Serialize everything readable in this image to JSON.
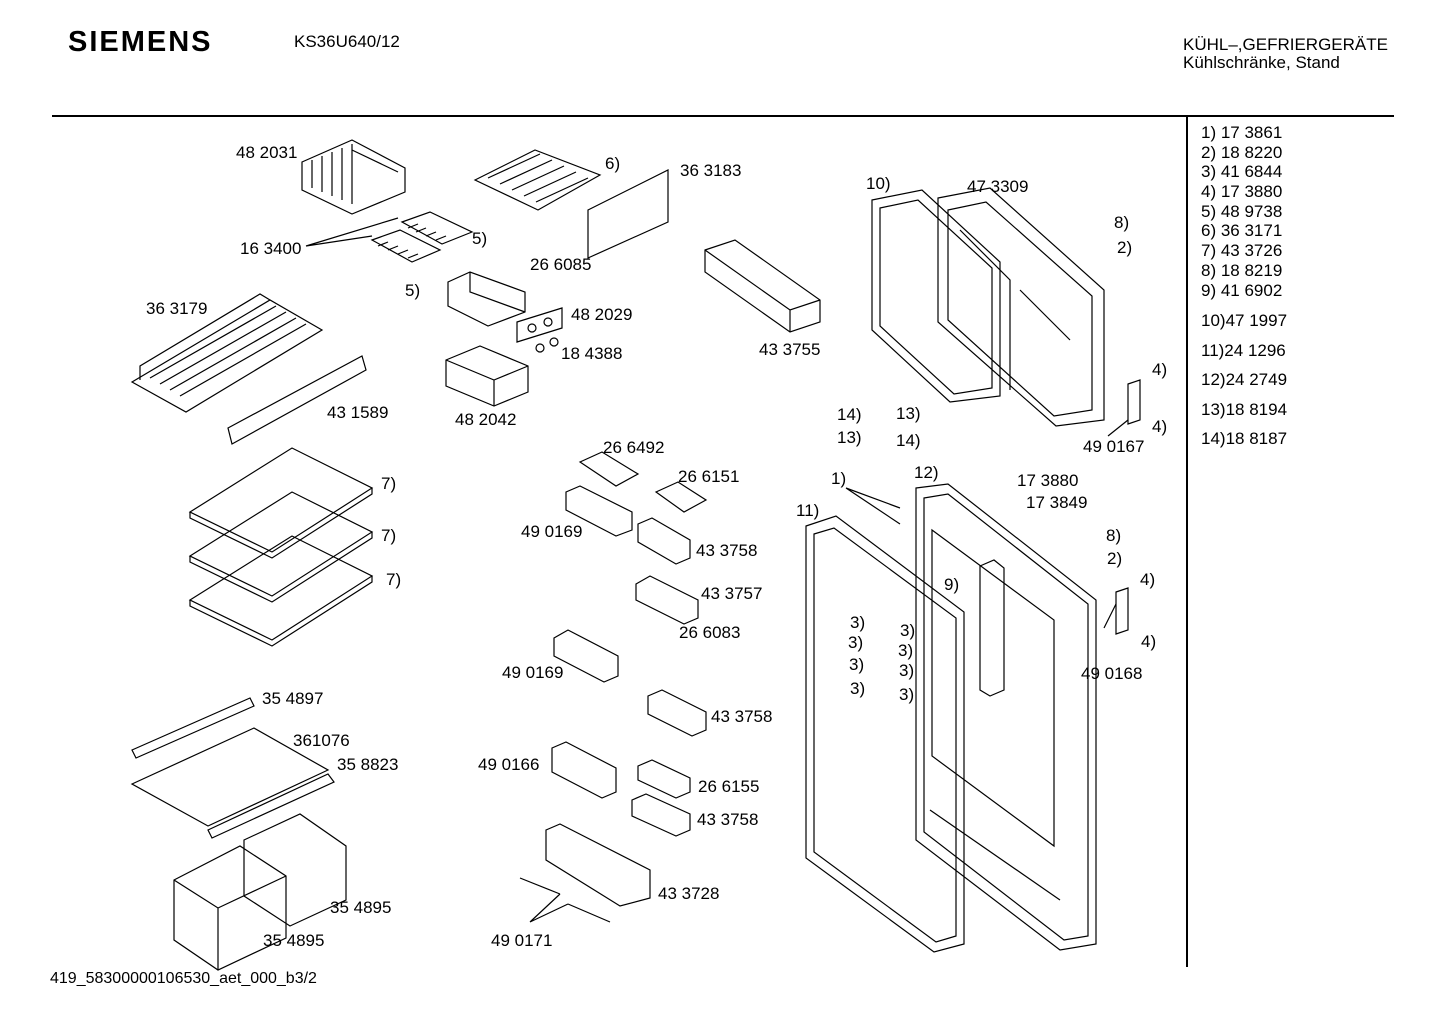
{
  "header": {
    "brand": "SIEMENS",
    "model": "KS36U640/12",
    "category_line1": "KÜHL–,GEFRIERGERÄTE",
    "category_line2": "Kühlschränke, Stand"
  },
  "footer": "419_58300000106530_aet_000_b3/2",
  "legend": [
    "1)  17 3861",
    "2)  18 8220",
    "3)  41 6844",
    "4)  17 3880",
    "5)  48 9738",
    "6)  36 3171",
    "7)  43 3726",
    "8)  18 8219",
    "9)  41 6902",
    "10)47 1997",
    "11)24 1296",
    "12)24 2749",
    "13)18 8194",
    "14)18 8187"
  ],
  "labels": {
    "l482031": "48 2031",
    "l163400": "16 3400",
    "l5a": "5)",
    "l5b": "5)",
    "l266085": "26 6085",
    "l6": "6)",
    "l363183": "36 3183",
    "l363179": "36 3179",
    "l482029": "48 2029",
    "l184388": "18 4388",
    "l482042": "48 2042",
    "l431589": "43 1589",
    "l433755": "43 3755",
    "l10": "10)",
    "l473309": "47 3309",
    "l8a": "8)",
    "l2a": "2)",
    "l4a": "4)",
    "l4b": "4)",
    "l490167": "49 0167",
    "l14a": "14)",
    "l13a": "13)",
    "l13b": "13)",
    "l14b": "14)",
    "l266492": "26 6492",
    "l266151": "26 6151",
    "l7a": "7)",
    "l7b": "7)",
    "l7c": "7)",
    "l490169a": "49 0169",
    "l433758a": "43 3758",
    "l433757": "43 3757",
    "l266083": "26 6083",
    "l490169b": "49 0169",
    "l433758b": "43 3758",
    "l1": "1)",
    "l12": "12)",
    "l11": "11)",
    "l173880": "17 3880",
    "l173849": "17 3849",
    "l8b": "8)",
    "l2b": "2)",
    "l9": "9)",
    "l4c": "4)",
    "l4d": "4)",
    "l490168": "49 0168",
    "l3a": "3)",
    "l3b": "3)",
    "l3c": "3)",
    "l3d": "3)",
    "l3e": "3)",
    "l3f": "3)",
    "l3g": "3)",
    "l3h": "3)",
    "l354897": "35 4897",
    "l361076": "361076",
    "l358823": "35 8823",
    "l490166": "49 0166",
    "l266155": "26 6155",
    "l433758c": "43 3758",
    "l433728": "43 3728",
    "l354895a": "35 4895",
    "l354895b": "35 4895",
    "l490171": "49 0171"
  }
}
